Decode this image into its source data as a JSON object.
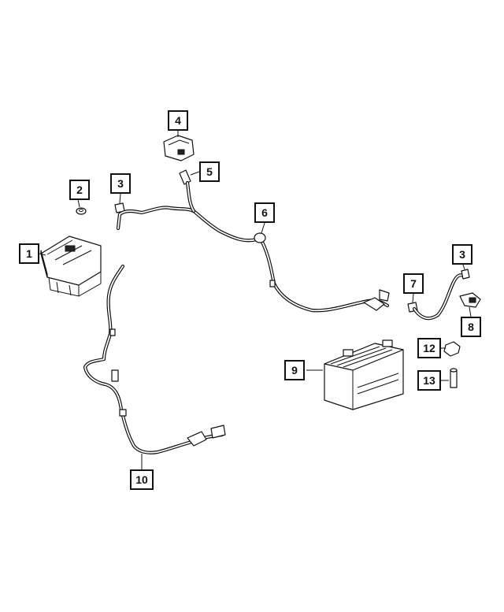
{
  "diagram": {
    "callouts": [
      {
        "id": "c1",
        "label": "1"
      },
      {
        "id": "c2",
        "label": "2"
      },
      {
        "id": "c3a",
        "label": "3"
      },
      {
        "id": "c3b",
        "label": "3"
      },
      {
        "id": "c4",
        "label": "4"
      },
      {
        "id": "c5",
        "label": "5"
      },
      {
        "id": "c6",
        "label": "6"
      },
      {
        "id": "c7",
        "label": "7"
      },
      {
        "id": "c8",
        "label": "8"
      },
      {
        "id": "c9",
        "label": "9"
      },
      {
        "id": "c10",
        "label": "10"
      },
      {
        "id": "c12",
        "label": "12"
      },
      {
        "id": "c13",
        "label": "13"
      }
    ]
  }
}
